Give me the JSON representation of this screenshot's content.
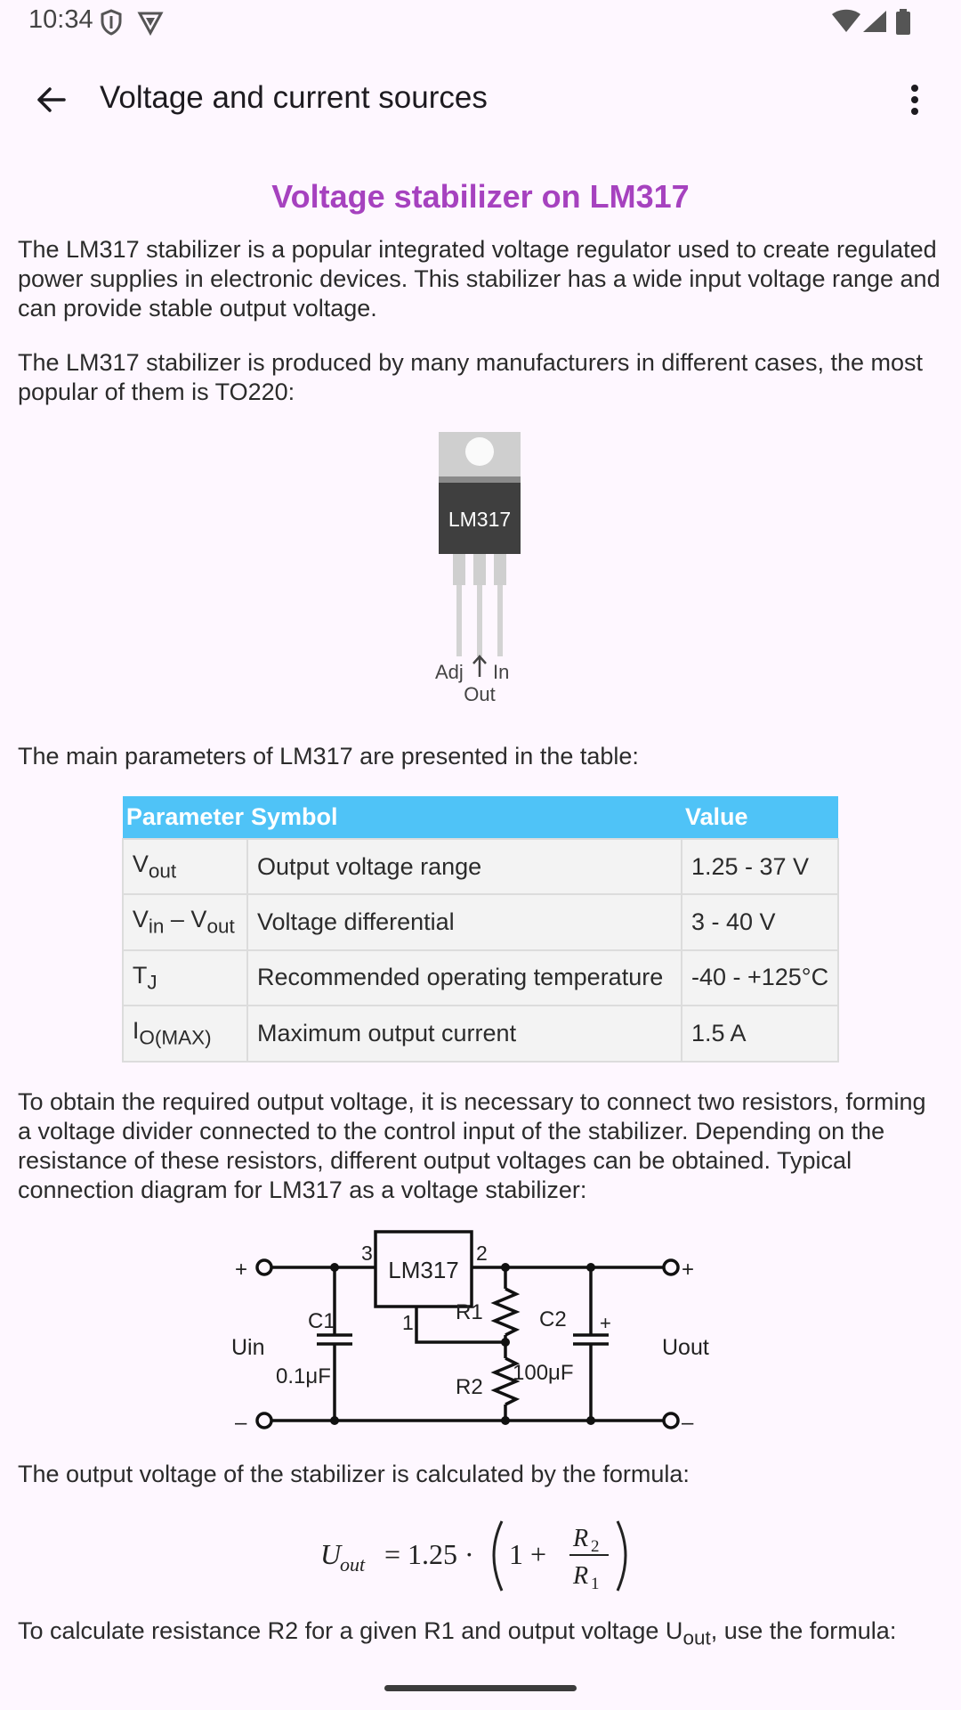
{
  "status": {
    "time": "10:34"
  },
  "appbar": {
    "title": "Voltage and current sources"
  },
  "article": {
    "title": "Voltage stabilizer on LM317",
    "p1": "The LM317 stabilizer is a popular integrated voltage regulator used to create regulated power supplies in electronic devices. This stabilizer has a wide input voltage range and can provide stable output voltage.",
    "p2": "The LM317 stabilizer is produced by many manufacturers in different cases, the most popular of them is TO220:",
    "to220": {
      "chip": "LM317",
      "pin_adj": "Adj",
      "pin_in": "In",
      "pin_out": "Out"
    },
    "p3": "The main parameters of LM317 are presented in the table:",
    "table": {
      "headers": [
        "Parameter",
        "Symbol",
        "Value"
      ],
      "rows": [
        {
          "param_main": "V",
          "param_sub": "out",
          "symbol": "Output voltage range",
          "value": "1.25 - 37 V"
        },
        {
          "param_main": "V",
          "param_sub": "in",
          "param_mid": " – V",
          "param_sub2": "out",
          "symbol": "Voltage differential",
          "value": "3 - 40 V"
        },
        {
          "param_main": "T",
          "param_sub": "J",
          "symbol": "Recommended operating temperature",
          "value": "-40 - +125°C"
        },
        {
          "param_main": "I",
          "param_sub": "O(MAX)",
          "symbol": "Maximum output current",
          "value": "1.5 A"
        }
      ]
    },
    "p4": "To obtain the required output voltage, it is necessary to connect two resistors, forming a voltage divider connected to the control input of the stabilizer. Depending on the resistance of these resistors, different output voltages can be obtained. Typical connection diagram for LM317 as a voltage stabilizer:",
    "circuit": {
      "chip": "LM317",
      "pin3": "3",
      "pin2": "2",
      "pin1": "1",
      "plus_in": "+",
      "minus_in": "–",
      "plus_out": "+",
      "minus_out": "–",
      "uin": "Uin",
      "uout": "Uout",
      "c1": "C1",
      "c1_val": "0.1μF",
      "c2": "C2",
      "c2_val": "100μF",
      "r1": "R1",
      "r2": "R2",
      "cap_plus": "+"
    },
    "p5": "The output voltage of the stabilizer is calculated by the formula:",
    "formula": {
      "lhs": "U",
      "lhs_sub": "out",
      "eq": "= 1.25 ·",
      "one_plus": "1 +",
      "num": "R",
      "num_sub": "2",
      "den": "R",
      "den_sub": "1"
    },
    "p6_a": "To calculate resistance R2 for a given R1 and output voltage U",
    "p6_sub": "out",
    "p6_b": ", use the formula:"
  }
}
